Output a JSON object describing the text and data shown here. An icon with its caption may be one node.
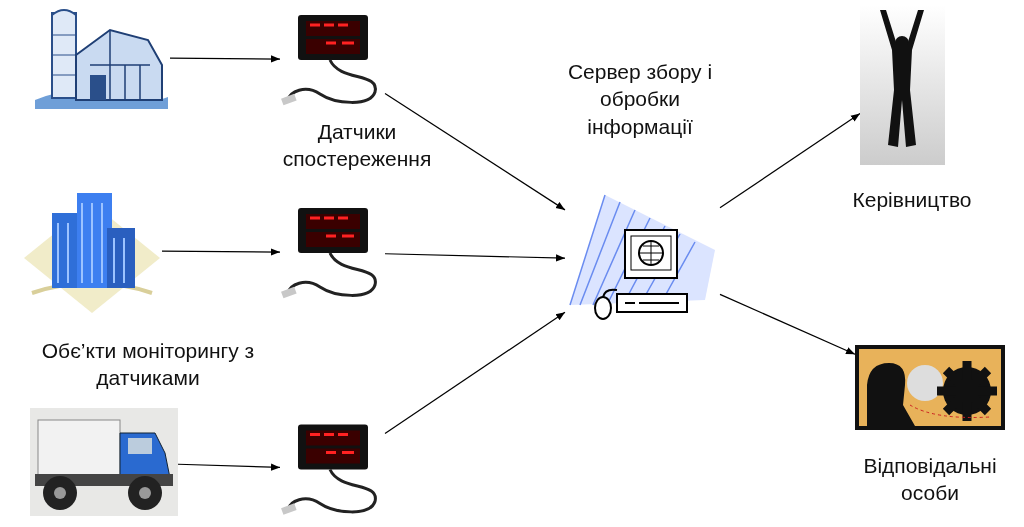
{
  "diagram": {
    "nodes": [
      {
        "text": [],
        "shape": "picture"
      },
      {
        "text": [],
        "shape": "picture",
        "beside": [
          "Датчики спостереження"
        ]
      },
      {
        "text": [],
        "shape": "picture",
        "beside": [
          "Обє’кти моніторингу з датчиками"
        ]
      },
      {
        "text": [],
        "shape": "picture"
      },
      {
        "text": [],
        "shape": "picture"
      },
      {
        "text": [],
        "shape": "picture"
      },
      {
        "text": [],
        "shape": "picture",
        "beside": [
          "Сервер збору і обробки інформації"
        ]
      },
      {
        "text": [],
        "shape": "picture",
        "beside": [
          "Керівництво"
        ]
      },
      {
        "text": [],
        "shape": "picture",
        "beside": [
          "Відповідальні особи"
        ]
      }
    ],
    "edges": [
      {
        "from": 0,
        "to": 1,
        "arrow": "to"
      },
      {
        "from": 2,
        "to": 3,
        "arrow": "to"
      },
      {
        "from": 4,
        "to": 5,
        "arrow": "to"
      },
      {
        "from": 1,
        "to": 6,
        "arrow": "to"
      },
      {
        "from": 3,
        "to": 6,
        "arrow": "to"
      },
      {
        "from": 5,
        "to": 6,
        "arrow": "to"
      },
      {
        "from": 6,
        "to": 7,
        "arrow": "to"
      },
      {
        "from": 6,
        "to": 8,
        "arrow": "to"
      }
    ]
  }
}
